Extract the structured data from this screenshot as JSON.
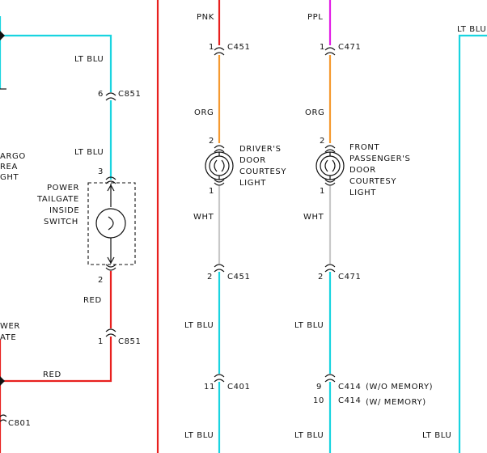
{
  "colors": {
    "red": "#e8201e",
    "cyan": "#19d4e0",
    "orange": "#f59a30",
    "magenta": "#e21ee6",
    "gray": "#c8c8c8",
    "black": "#111111"
  },
  "wires": {
    "lt_blu": "LT BLU",
    "red": "RED",
    "pnk": "PNK",
    "ppl": "PPL",
    "org": "ORG",
    "wht": "WHT"
  },
  "connectors": {
    "c851": "C851",
    "c801": "C801",
    "c451": "C451",
    "c471": "C471",
    "c401": "C401",
    "c414": "C414"
  },
  "pins": {
    "p1": "1",
    "p2": "2",
    "p3": "3",
    "p6": "6",
    "p9": "9",
    "p10": "10",
    "p11": "11"
  },
  "components": {
    "cargo_area_light": [
      "ARGO",
      "REA",
      "GHT"
    ],
    "power_tailgate_inside_switch": [
      "POWER",
      "TAILGATE",
      "INSIDE",
      "SWITCH"
    ],
    "drivers_door_courtesy_light": [
      "DRIVER'S",
      "DOOR",
      "COURTESY",
      "LIGHT"
    ],
    "front_passengers_door_courtesy_light": [
      "FRONT",
      "PASSENGER'S",
      "DOOR",
      "COURTESY",
      "LIGHT"
    ],
    "power_tailgate_partial": [
      "WER",
      "ATE"
    ]
  },
  "notes": {
    "wo_memory": "(W/O MEMORY)",
    "w_memory": "(W/ MEMORY)"
  }
}
